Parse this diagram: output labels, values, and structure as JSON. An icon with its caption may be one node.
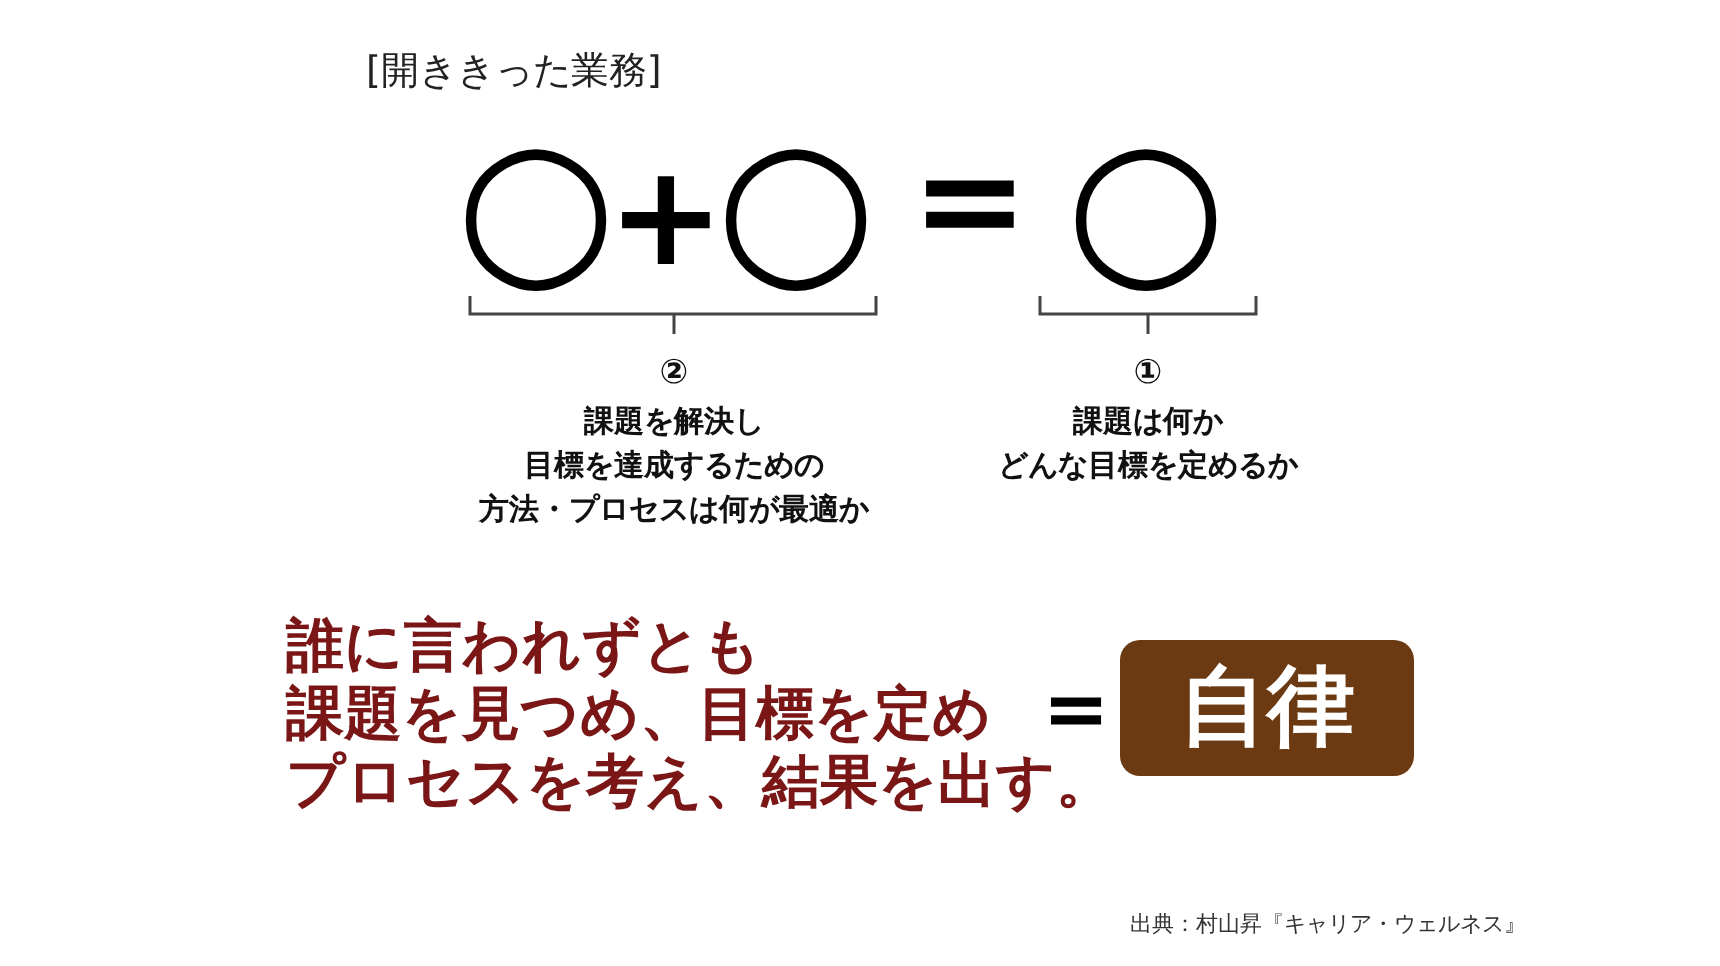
{
  "diagram": {
    "nodes": [
      {
        "text": [
          "自律"
        ]
      }
    ],
    "labels": [
      "[開ききった業務]",
      "○",
      "+",
      "○",
      "=",
      "○",
      "②",
      "課題を解決し",
      "目標を達成するための",
      "方法・プロセスは何が最適か",
      "①",
      "課題は何か",
      "どんな目標を定めるか",
      "誰に言われずとも",
      "課題を見つめ、目標を定め",
      "プロセスを考え、結果を出す。",
      "=",
      "出典：村山昇『キャリア・ウェルネス』"
    ]
  }
}
